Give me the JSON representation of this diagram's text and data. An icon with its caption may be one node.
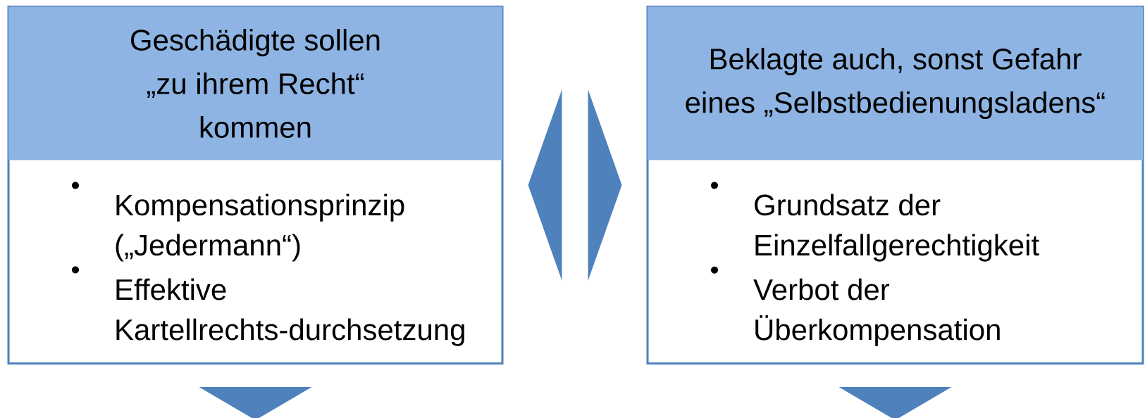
{
  "diagram": {
    "nodes": [
      {
        "text": [
          "Geschädigte sollen „zu ihrem Recht“ kommen",
          "Kompensationsprinzip („Jedermann“)",
          "Effektive Kartellrechts-durchsetzung"
        ]
      },
      {
        "text": [
          "Beklagte auch, sonst Gefahr eines „Selbstbedienungsladens“",
          "Grundsatz der Einzelfallgerechtigkeit",
          "Verbot der Überkompensation"
        ]
      }
    ],
    "edges": [
      {
        "from": null,
        "to": 0,
        "arrow": "to"
      },
      {
        "from": null,
        "to": 1,
        "arrow": "to"
      },
      {
        "from": 0,
        "to": null,
        "arrow": "to"
      },
      {
        "from": 1,
        "to": null,
        "arrow": "to"
      }
    ]
  }
}
